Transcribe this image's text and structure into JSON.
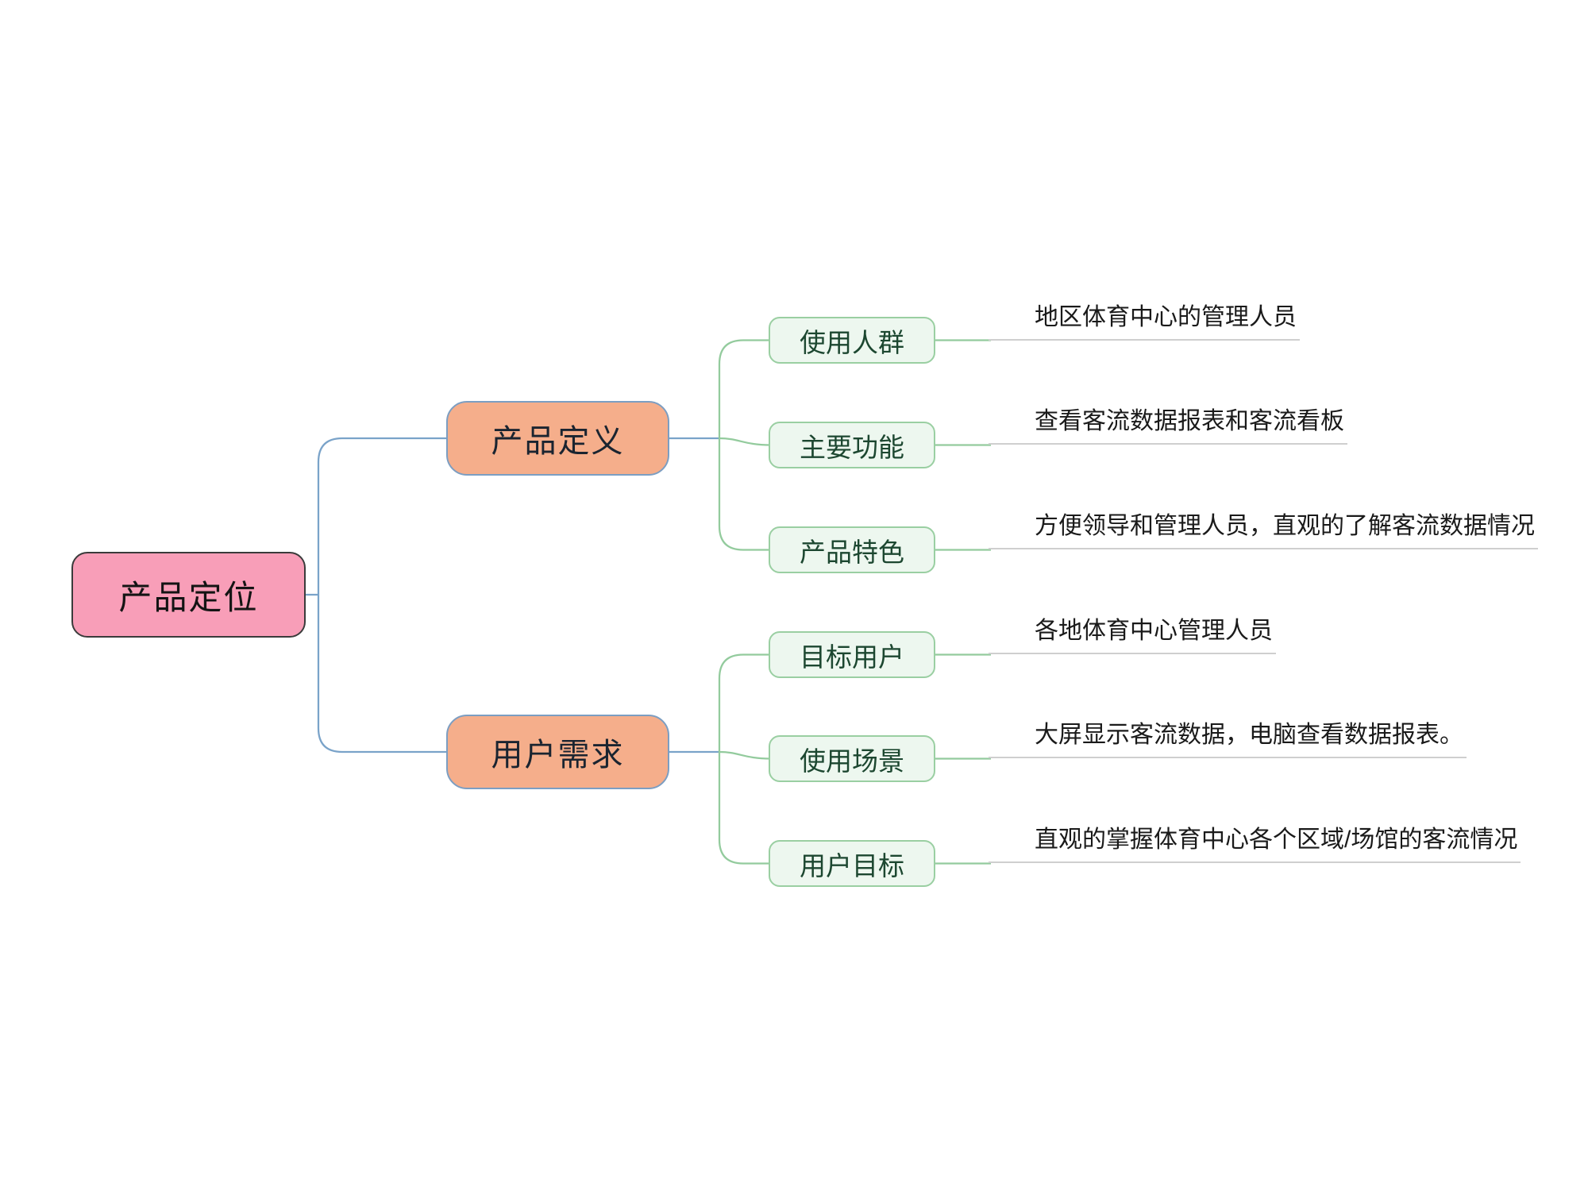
{
  "diagram": {
    "type": "mindmap",
    "colors": {
      "root_fill": "#F89EB8",
      "root_border": "#3b3b3b",
      "branch_fill": "#F5AE8B",
      "branch_border": "#7C9EC2",
      "leaf_fill": "#EDF7EF",
      "leaf_border": "#9ACFA2",
      "leaf_text": "#1C4730",
      "connector_blue": "#7AA3C9",
      "connector_green": "#93CB9D",
      "note_underline": "#cfcfcf"
    },
    "root": {
      "label": "产品定位"
    },
    "branches": [
      {
        "label": "产品定义",
        "children": [
          {
            "label": "使用人群",
            "note": "地区体育中心的管理人员"
          },
          {
            "label": "主要功能",
            "note": "查看客流数据报表和客流看板"
          },
          {
            "label": "产品特色",
            "note": "方便领导和管理人员，直观的了解客流数据情况"
          }
        ]
      },
      {
        "label": "用户需求",
        "children": [
          {
            "label": "目标用户",
            "note": "各地体育中心管理人员"
          },
          {
            "label": "使用场景",
            "note": "大屏显示客流数据，电脑查看数据报表。"
          },
          {
            "label": "用户目标",
            "note": "直观的掌握体育中心各个区域/场馆的客流情况"
          }
        ]
      }
    ]
  }
}
